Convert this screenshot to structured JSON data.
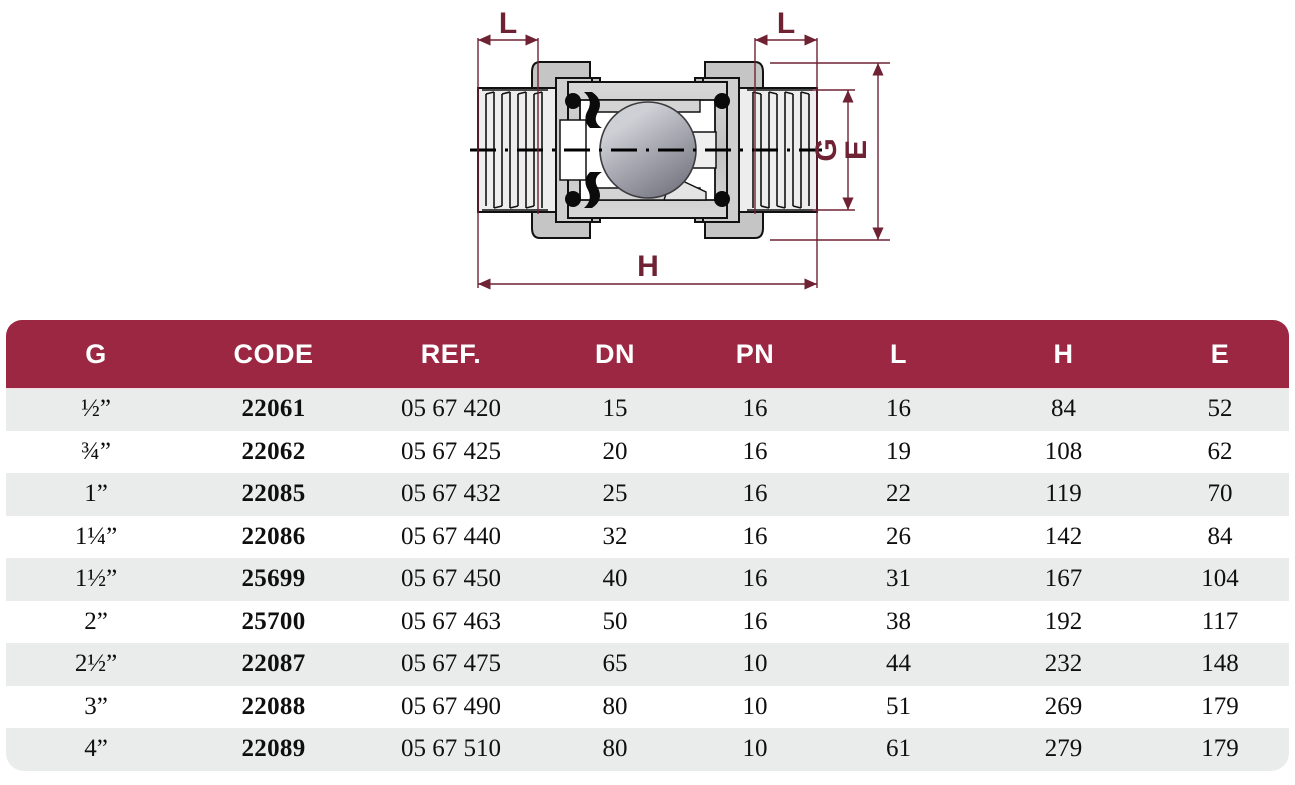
{
  "drawing": {
    "title": "ball-check-valve-cross-section",
    "dimension_labels": {
      "left_length": "L",
      "right_length": "L",
      "thread_size": "G",
      "body_height": "E",
      "overall_length": "H"
    },
    "line_color": "#6E2233",
    "ball_color": "#9A9AA2",
    "body_color": "#C8C8C8"
  },
  "table": {
    "header_color": "#9B2743",
    "row_alt_color": "#EAECEC",
    "columns": [
      "G",
      "CODE",
      "REF.",
      "DN",
      "PN",
      "L",
      "H",
      "E"
    ],
    "rows": [
      {
        "G": "½”",
        "CODE": "22061",
        "REF": "05 67 420",
        "DN": "15",
        "PN": "16",
        "L": "16",
        "H": "84",
        "E": "52"
      },
      {
        "G": "¾”",
        "CODE": "22062",
        "REF": "05 67 425",
        "DN": "20",
        "PN": "16",
        "L": "19",
        "H": "108",
        "E": "62"
      },
      {
        "G": "1”",
        "CODE": "22085",
        "REF": "05 67 432",
        "DN": "25",
        "PN": "16",
        "L": "22",
        "H": "119",
        "E": "70"
      },
      {
        "G": "1¼”",
        "CODE": "22086",
        "REF": "05 67 440",
        "DN": "32",
        "PN": "16",
        "L": "26",
        "H": "142",
        "E": "84"
      },
      {
        "G": "1½”",
        "CODE": "25699",
        "REF": "05 67 450",
        "DN": "40",
        "PN": "16",
        "L": "31",
        "H": "167",
        "E": "104"
      },
      {
        "G": "2”",
        "CODE": "25700",
        "REF": "05 67 463",
        "DN": "50",
        "PN": "16",
        "L": "38",
        "H": "192",
        "E": "117"
      },
      {
        "G": "2½”",
        "CODE": "22087",
        "REF": "05 67 475",
        "DN": "65",
        "PN": "10",
        "L": "44",
        "H": "232",
        "E": "148"
      },
      {
        "G": "3”",
        "CODE": "22088",
        "REF": "05 67 490",
        "DN": "80",
        "PN": "10",
        "L": "51",
        "H": "269",
        "E": "179"
      },
      {
        "G": "4”",
        "CODE": "22089",
        "REF": "05 67 510",
        "DN": "80",
        "PN": "10",
        "L": "61",
        "H": "279",
        "E": "179"
      }
    ]
  }
}
